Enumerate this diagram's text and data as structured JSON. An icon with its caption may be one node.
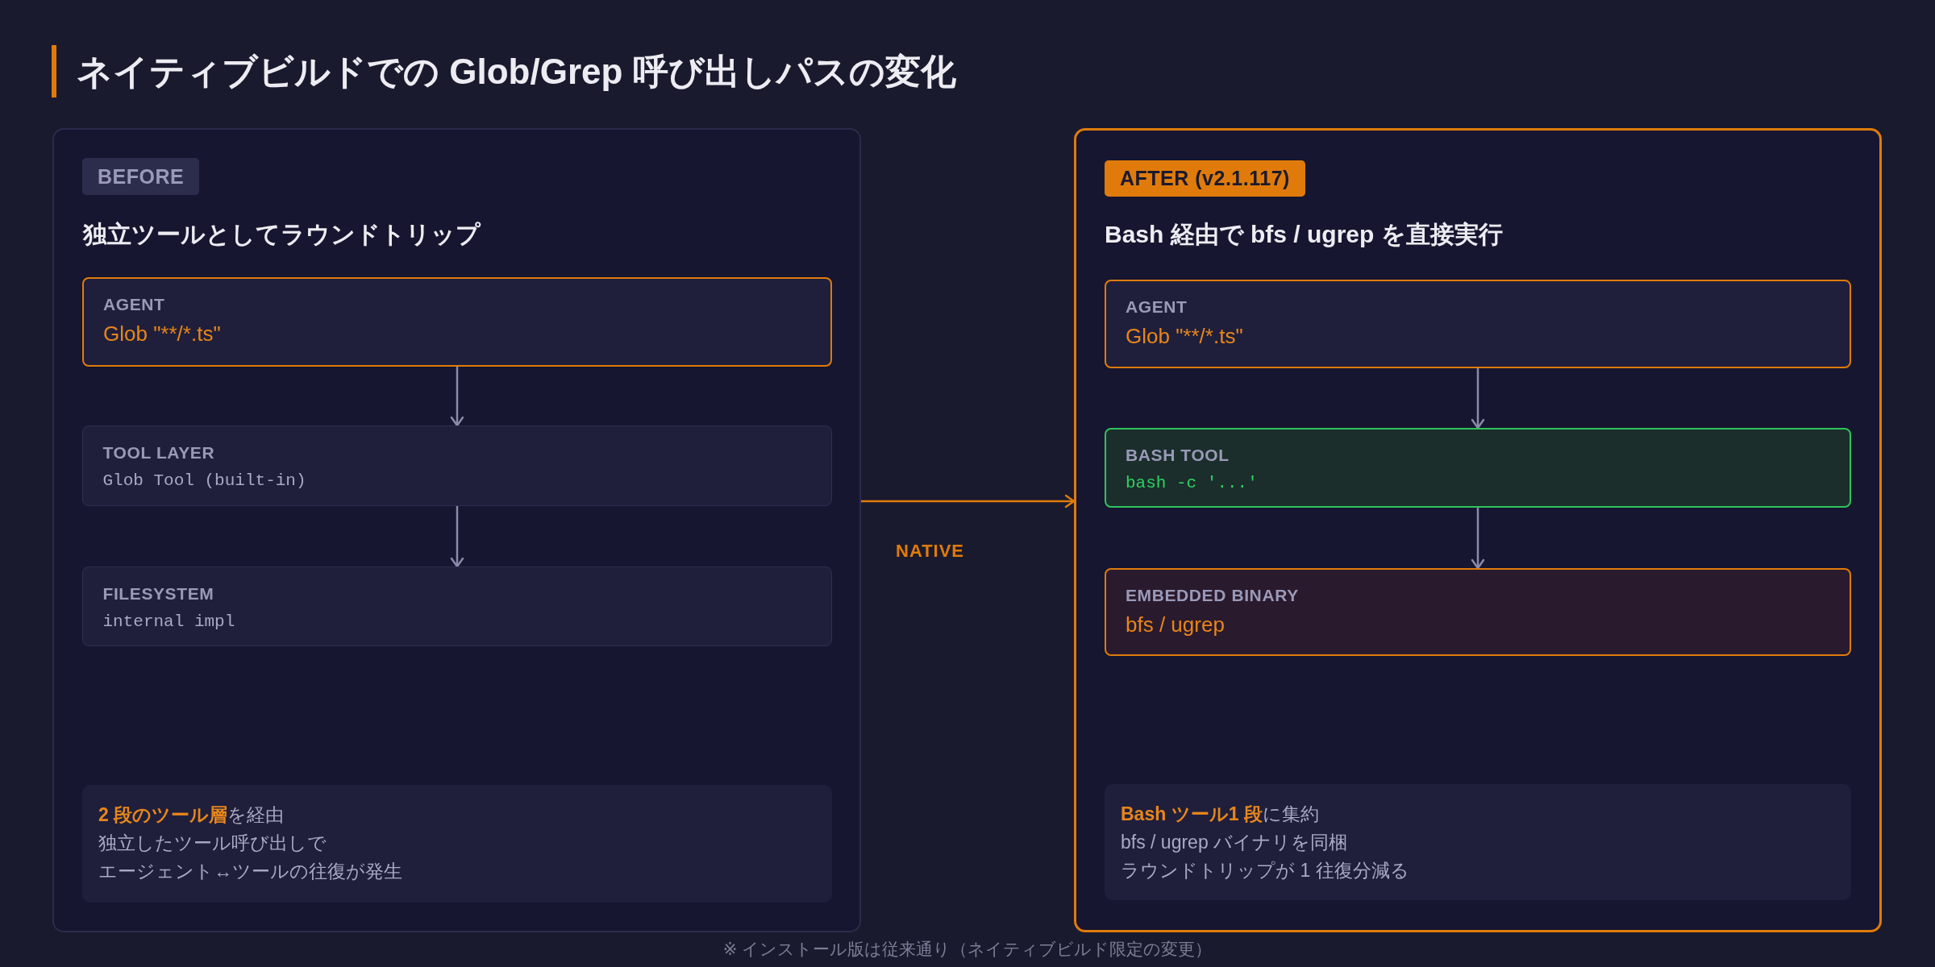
{
  "diagram": {
    "title": "ネイティブビルドでの Glob/Grep 呼び出しパスの変化",
    "nodes": [
      {
        "text": [
          "独立ツールとしてラウンドトリップ"
        ]
      },
      {
        "text": [
          "BEFORE"
        ],
        "in": 0
      },
      {
        "text": [
          "AGENT",
          "Glob \"**/*.ts\""
        ],
        "in": 0
      },
      {
        "text": [
          "TOOL LAYER",
          "Glob Tool (built-in)"
        ],
        "in": 0
      },
      {
        "text": [
          "FILESYSTEM",
          "internal impl"
        ],
        "in": 0
      },
      {
        "text": [
          "**2 段のツール層**を経由",
          "独立したツール呼び出しで",
          "エージェント↔ツールの往復が発生"
        ],
        "in": 0
      },
      {
        "text": [
          "Bash 経由で bfs / ugrep を直接実行"
        ]
      },
      {
        "text": [
          "AFTER (v2.1.117)"
        ],
        "in": 6
      },
      {
        "text": [
          "AGENT",
          "Glob \"**/*.ts\""
        ],
        "in": 6
      },
      {
        "text": [
          "BASH TOOL",
          "bash -c '...'"
        ],
        "in": 6
      },
      {
        "text": [
          "EMBEDDED BINARY",
          "bfs / ugrep"
        ],
        "in": 6
      },
      {
        "text": [
          "**Bash ツール1 段**に集約",
          "bfs / ugrep バイナリを同梱",
          "ラウンドトリップが 1 往復分減る"
        ],
        "in": 6
      }
    ],
    "edges": [
      {
        "from": 2,
        "to": 3,
        "arrow": "to"
      },
      {
        "from": 3,
        "to": 4,
        "arrow": "to"
      },
      {
        "from": 0,
        "to": 6,
        "arrow": "to",
        "color": "#e07b0b"
      },
      {
        "from": 8,
        "to": 9,
        "arrow": "to"
      },
      {
        "from": 9,
        "to": 10,
        "arrow": "to"
      }
    ],
    "labels": [
      "NATIVE",
      "※ インストール版は従来通り（ネイティブビルド限定の変更）"
    ]
  }
}
